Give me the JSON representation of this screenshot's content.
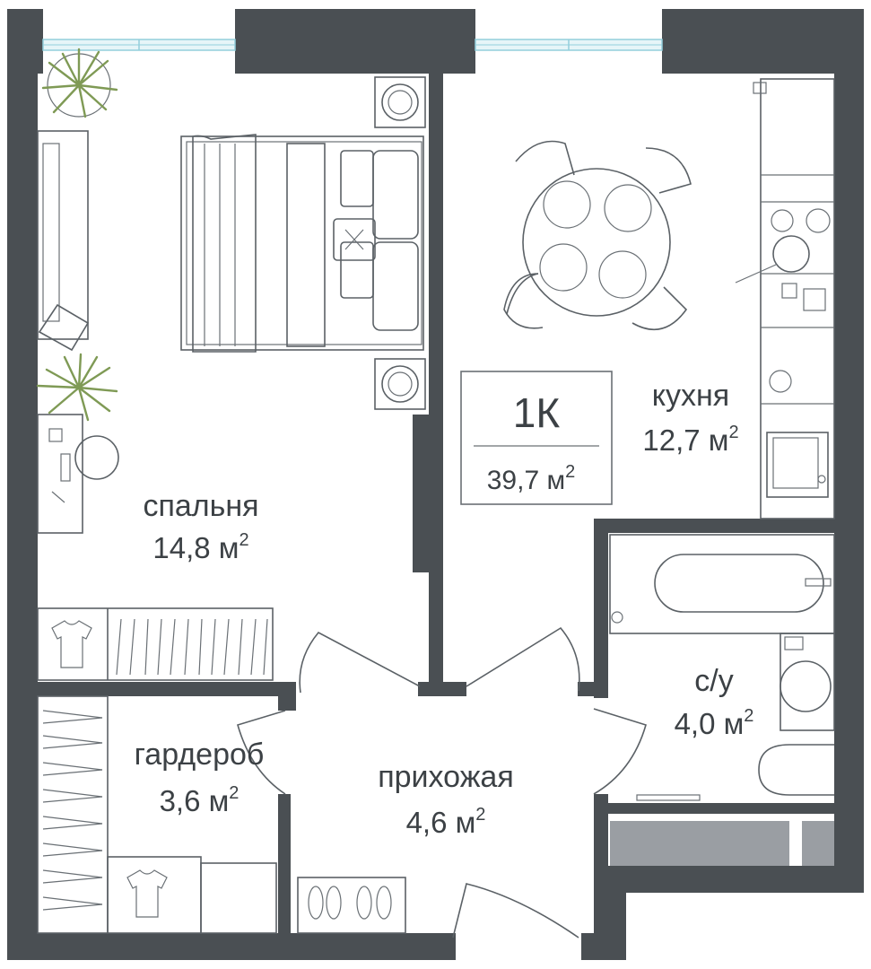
{
  "apartment": {
    "type": "1К",
    "total_area": "39,7 м",
    "area_sup": "2"
  },
  "rooms": {
    "bedroom": {
      "name": "спальня",
      "area": "14,8 м",
      "sup": "2"
    },
    "kitchen": {
      "name": "кухня",
      "area": "12,7 м",
      "sup": "2"
    },
    "bathroom": {
      "name": "с/у",
      "area": "4,0 м",
      "sup": "2"
    },
    "wardrobe": {
      "name": "гардероб",
      "area": "3,6 м",
      "sup": "2"
    },
    "hallway": {
      "name": "прихожая",
      "area": "4,6 м",
      "sup": "2"
    }
  },
  "colors": {
    "wall": "#4a4f53",
    "text": "#3c4145",
    "window_glass": "#e6f5f8",
    "plant": "#7f9a55"
  }
}
